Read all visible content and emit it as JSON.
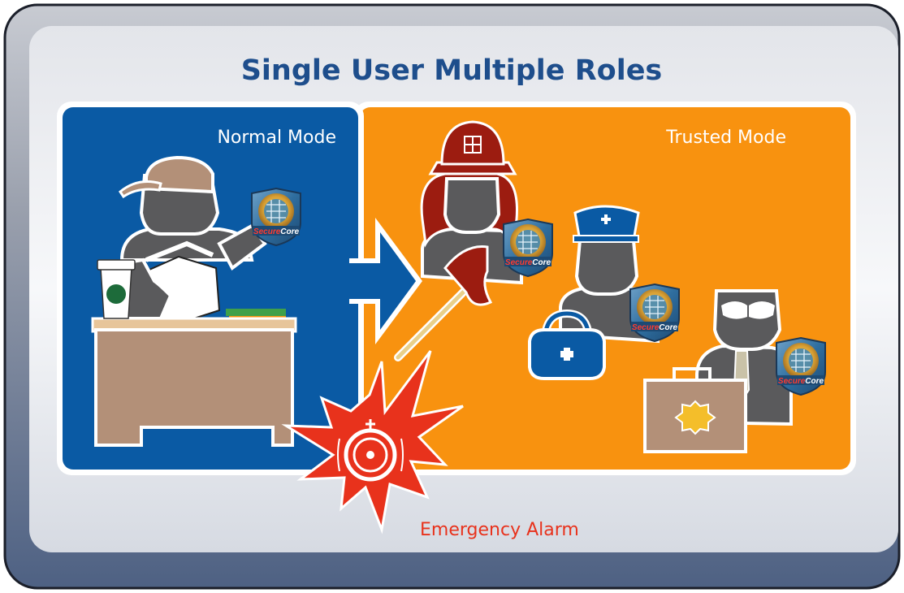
{
  "title": "Single User Multiple Roles",
  "normal_mode_label": "Normal Mode",
  "trusted_mode_label": "Trusted Mode",
  "alarm_label": "Emergency Alarm",
  "badge_label": "SecureCore",
  "colors": {
    "normal_bg": "#0a5aa4",
    "trusted_bg": "#f8920f",
    "title": "#1e4e8c",
    "alarm": "#e8321c",
    "figure": "#5a5a5c",
    "desk": "#b39078",
    "fire_red": "#9c1c10"
  },
  "icons": [
    "person-desk-icon",
    "coffee-cup-icon",
    "firefighter-icon",
    "axe-icon",
    "nurse-icon",
    "medical-bag-icon",
    "agent-icon",
    "briefcase-icon",
    "alarm-burst-icon",
    "securecore-badge-icon",
    "arrow-right-icon"
  ]
}
